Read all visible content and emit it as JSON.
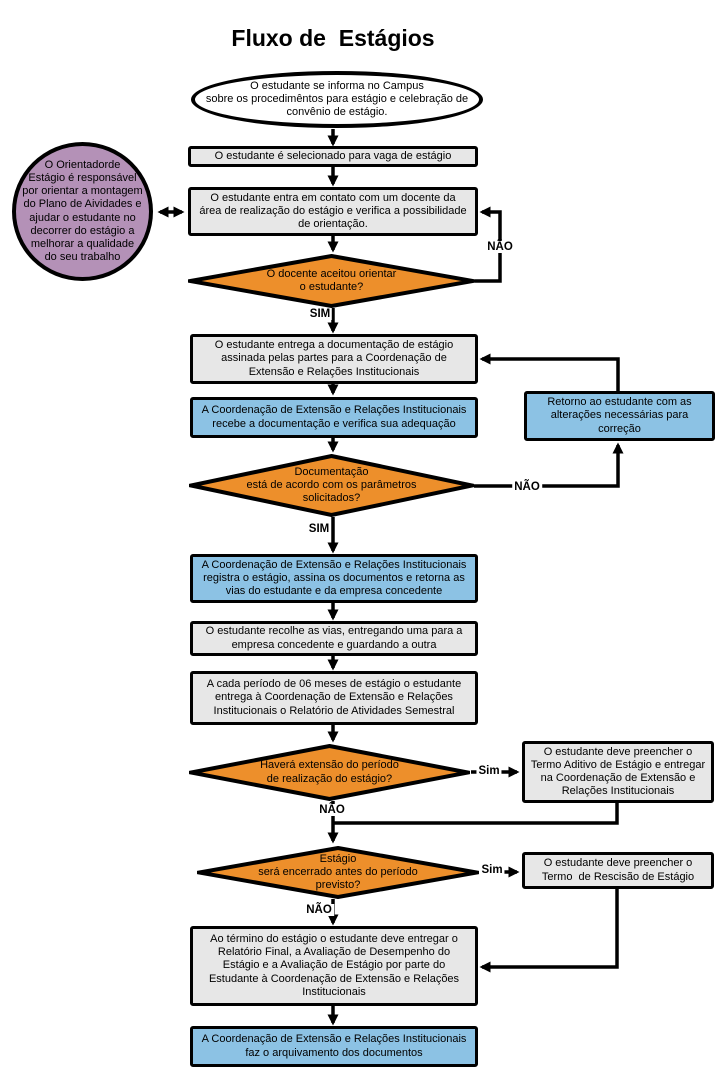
{
  "title": "Fluxo de  Estágios",
  "colors": {
    "process_fill": "#E7E7E7",
    "highlight_fill": "#8CC2E4",
    "decision_fill": "#ED8F2B",
    "note_fill": "#B491B7",
    "line": "#000000"
  },
  "nodes": {
    "start": {
      "text": "O estudante se informa no Campus\nsobre os procedimêntos para estágio e celebração de\nconvênio de estágio."
    },
    "selected": {
      "text": "O estudante é selecionado para vaga de estágio"
    },
    "contact_docente": {
      "text": "O estudante entra em contato com um docente da\nárea de realização do estágio e verifica a possibilidade\nde orientação."
    },
    "advisor_note": {
      "text": "O Orientadorde\nEstágio é responsável\npor orientar a montagem\ndo Plano de Aividades e\najudar o estudante no\ndecorrer do estágio a\nmelhorar a qualidade\ndo seu trabalho"
    },
    "decision_advisor": {
      "text": "O docente aceitou orientar\no estudante?"
    },
    "deliver_docs": {
      "text": "O estudante entrega a documentação de estágio\nassinada pelas partes para a Coordenação de\nExtensão e Relações Institucionais"
    },
    "receive_docs": {
      "text": "A Coordenação de Extensão e Relações Institucionais\nrecebe a documentação e verifica sua adequação"
    },
    "return_student": {
      "text": "Retorno ao estudante com as\nalterações necessárias para\ncorreção"
    },
    "decision_docs": {
      "text": "Documentação\nestá de acordo com os parâmetros\nsolicitados?"
    },
    "register_internship": {
      "text": "A Coordenação de Extensão e Relações Institucionais\nregistra o estágio, assina os documentos e retorna as\nvias do estudante e da empresa concedente"
    },
    "collect_copies": {
      "text": "O estudante recolhe as vias, entregando uma para a\nempresa concedente e guardando a outra"
    },
    "semester_report": {
      "text": "A cada período de 06 meses de estágio o estudante\nentrega à Coordenação de Extensão e Relações\nInstitucionais o Relatório de Atividades Semestral"
    },
    "decision_extension": {
      "text": "Haverá extensão do período\nde realização do estágio?"
    },
    "termo_aditivo": {
      "text": "O estudante deve preencher o\nTermo Aditivo de Estágio e entregar\nna Coordenação de Extensão e\nRelações Institucionais"
    },
    "decision_early_end": {
      "text": "Estágio\nserá encerrado antes do período\nprevisto?"
    },
    "termo_rescisao": {
      "text": "O estudante deve preencher o\nTermo  de Rescisão de Estágio"
    },
    "final_delivery": {
      "text": "Ao término do estágio o estudante deve entregar o\nRelatório Final, a Avaliação de Desempenho do\nEstágio e a Avaliação de Estágio por parte do\nEstudante à Coordenação de Extensão e Relações\nInstitucionais"
    },
    "archive_docs": {
      "text": "A Coordenação de Extensão e Relações Institucionais\nfaz o arquivamento dos documentos"
    }
  },
  "labels": {
    "nao1": "NÃO",
    "sim1": "SIM",
    "nao2": "NÃO",
    "sim2": "SIM",
    "sim3": "Sim",
    "nao3": "NÃO",
    "sim4": "Sim",
    "nao4": "NÃO"
  }
}
